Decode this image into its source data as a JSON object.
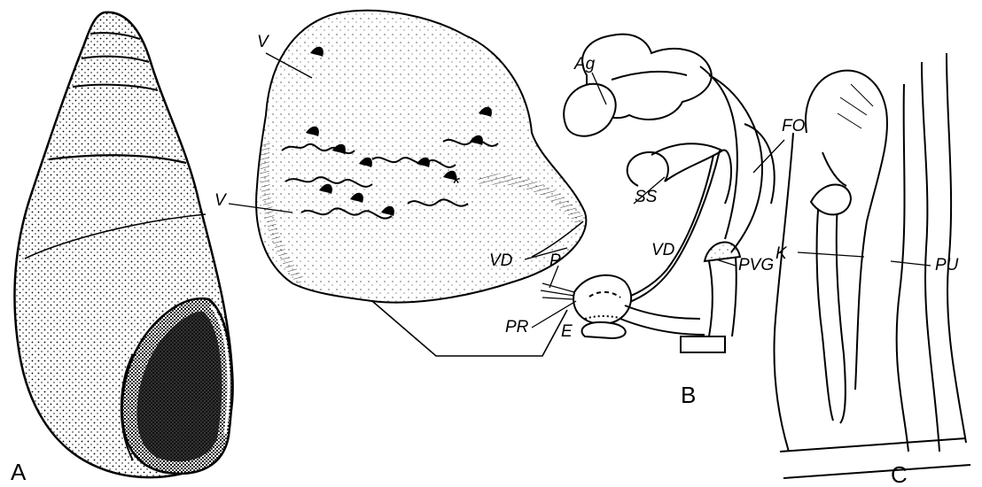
{
  "panels": {
    "a": "A",
    "b": "B",
    "c": "C"
  },
  "labels": {
    "v_top": "V",
    "v_left": "V",
    "vd_penis": "VD",
    "p": "P",
    "pr": "PR",
    "e": "E",
    "ag": "Ag",
    "ss": "SS",
    "vd": "VD",
    "fo": "FO",
    "pvg": "PVG",
    "k": "K",
    "pu": "PU",
    "asterisk": "*"
  },
  "colors": {
    "ink": "#000000",
    "paper": "#ffffff"
  }
}
